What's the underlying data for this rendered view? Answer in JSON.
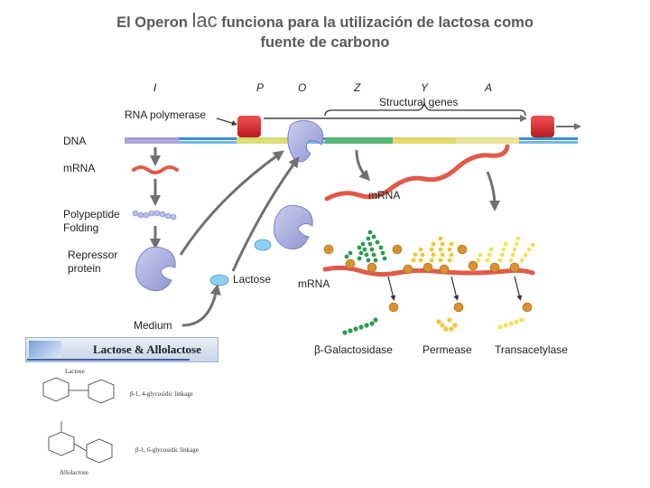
{
  "title": {
    "line1_pre": "El Operon ",
    "line1_big": "lac",
    "line1_post": " funciona para la utilización de lactosa como",
    "line2": "fuente de carbono"
  },
  "genes": {
    "i": "I",
    "p": "P",
    "o": "O",
    "z": "Z",
    "y": "Y",
    "a": "A"
  },
  "labels": {
    "structural_genes": "Structural genes",
    "rna_polymerase": "RNA polymerase",
    "dna": "DNA",
    "mrna_left": "mRNA",
    "polypeptide": "Polypeptide",
    "folding": "Folding",
    "repressor1": "Repressor",
    "repressor2": "protein",
    "lactose": "Lactose",
    "medium": "Medium",
    "mrna_mid": "mRNA",
    "mrna_low": "mRNA",
    "beta_gal": "β-Galactosidase",
    "permease": "Permease",
    "transacetylase": "Transacetylase"
  },
  "panel": {
    "title": "Lactose & Allolactose",
    "lactose_caption": "Lactose",
    "allolactose_caption": "Allolactose",
    "linkage1": "β-1, 4-glycosidic linkage",
    "linkage2": "β-1, 6-glycosidic linkage"
  },
  "colors": {
    "title_gray": "#5a5a5a",
    "repressor": "#aab0e0",
    "polymerase": "#d9262c",
    "mrna": "#e05a4a",
    "lactose": "#8fd0f0",
    "beta_gal_beads": "#2e9a4e",
    "permease_beads": "#f2c634",
    "transacetylase_beads": "#f5e05a",
    "ribosome": "#d8922e",
    "arrow_gray": "#707070"
  }
}
